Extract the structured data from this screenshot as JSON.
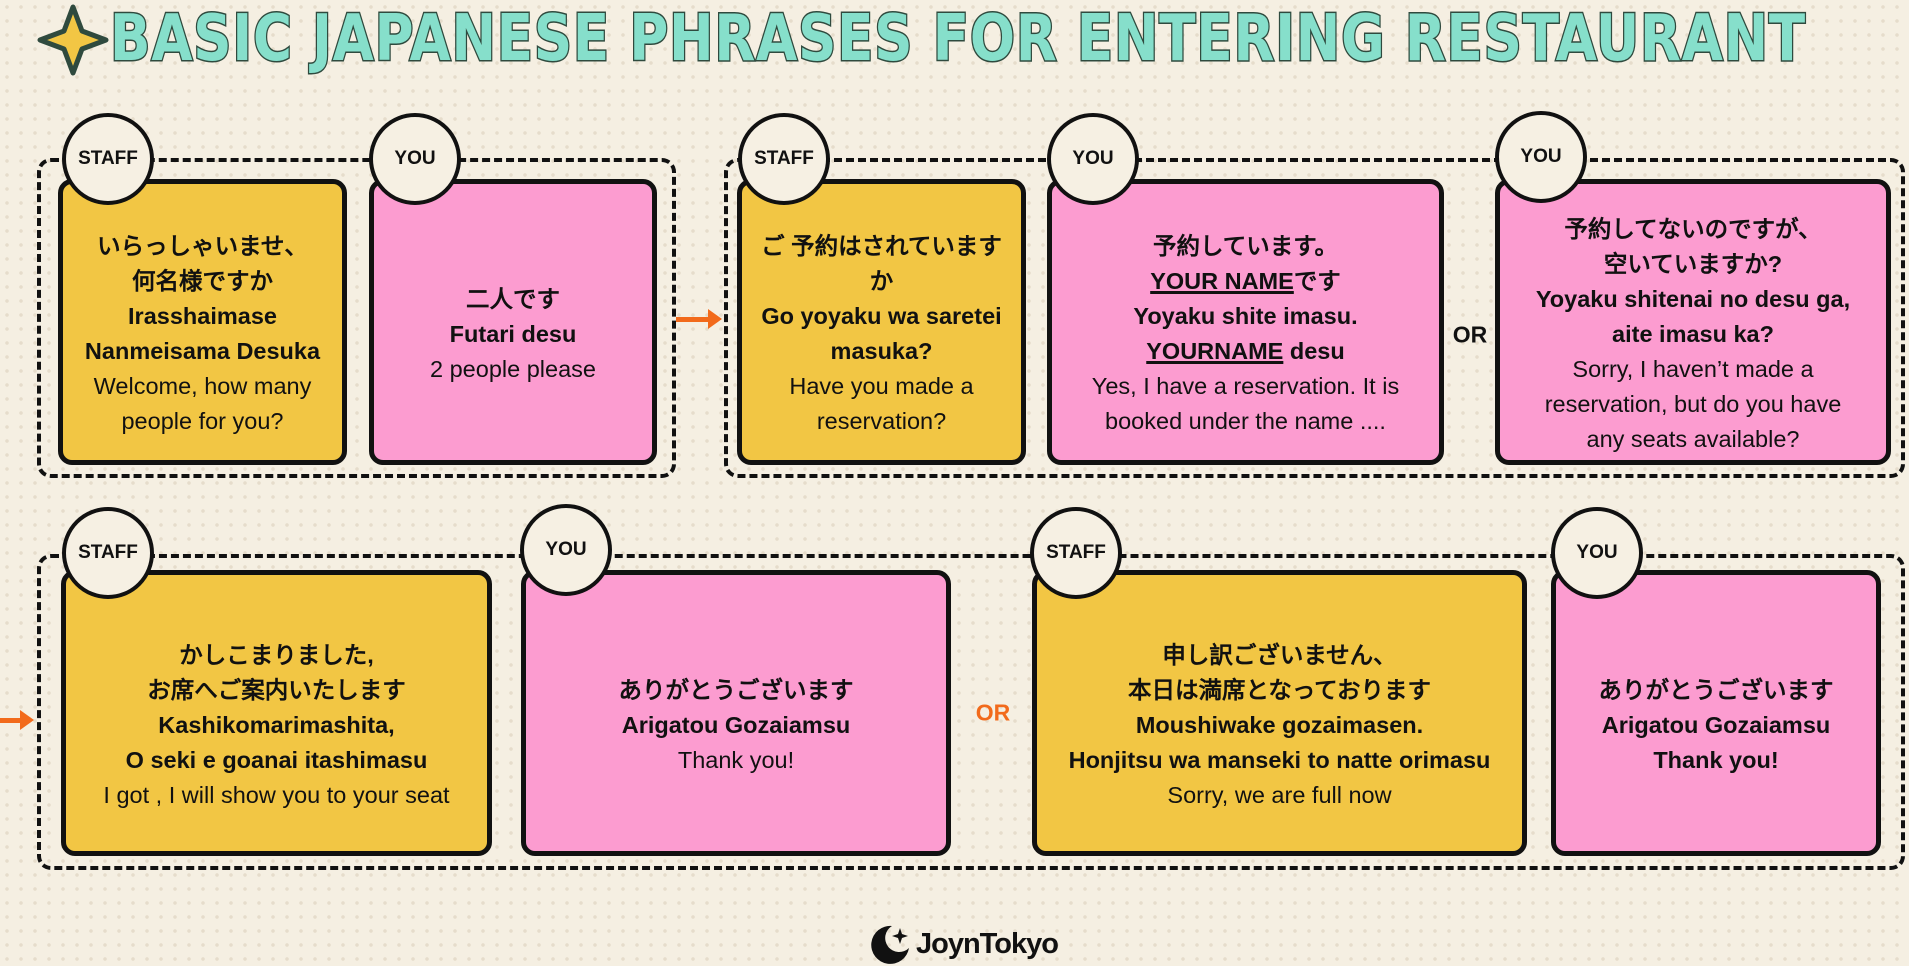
{
  "title": "Basic Japanese Phrases for Entering Restaurant",
  "colors": {
    "staff": "#f2c644",
    "you": "#fc9cd0",
    "arrow": "#f26a1b",
    "title": "#86dfcb"
  },
  "or_label": "OR",
  "logo": {
    "text": "JoynTokyo",
    "icon": "moon-star-icon"
  },
  "cards": [
    {
      "role": "STAFF",
      "bold": [
        [
          "いらっしゃいませ、"
        ],
        [
          "何名様ですか"
        ],
        [
          "Irasshaimase"
        ],
        [
          "Nanmeisama Desuka"
        ]
      ],
      "normal": [
        "Welcome, how many",
        "people for you?"
      ]
    },
    {
      "role": "YOU",
      "bold": [
        [
          "二人です"
        ],
        [
          "Futari desu"
        ]
      ],
      "normal": [
        "2 people please"
      ]
    },
    {
      "role": "STAFF",
      "bold": [
        [
          "ご 予約はされています"
        ],
        [
          "か"
        ],
        [
          "Go yoyaku wa saretei"
        ],
        [
          "masuka?"
        ]
      ],
      "normal": [
        "Have you made a",
        "reservation?"
      ]
    },
    {
      "role": "YOU",
      "bold": [
        [
          "予約しています。"
        ],
        [
          "YOUR NAME",
          "です"
        ],
        [
          "Yoyaku shite imasu."
        ],
        [
          "YOURNAME",
          " desu"
        ]
      ],
      "underlined": [
        1,
        3
      ],
      "normal": [
        "Yes, I have a reservation. It is",
        "booked under the name ...."
      ]
    },
    {
      "role": "YOU",
      "bold": [
        [
          "予約してないのですが、"
        ],
        [
          "空いていますか?"
        ],
        [
          "Yoyaku shitenai no desu ga,"
        ],
        [
          "aite imasu ka?"
        ]
      ],
      "normal": [
        "Sorry, I haven’t made a",
        "reservation, but do you have",
        "any seats available?"
      ]
    },
    {
      "role": "STAFF",
      "bold": [
        [
          "かしこまりました,"
        ],
        [
          "お席へご案内いたします"
        ],
        [
          "Kashikomarimashita,"
        ],
        [
          "O seki e goanai itashimasu"
        ]
      ],
      "normal": [
        "I got ,  I will show you to your seat"
      ]
    },
    {
      "role": "YOU",
      "bold": [
        [
          "ありがとうございます"
        ],
        [
          "Arigatou Gozaiamsu"
        ]
      ],
      "normal": [
        "Thank you!"
      ]
    },
    {
      "role": "STAFF",
      "bold": [
        [
          "申し訳ございません、"
        ],
        [
          "本日は満席となっております"
        ],
        [
          "Moushiwake gozaimasen."
        ],
        [
          "Honjitsu wa manseki to natte orimasu"
        ]
      ],
      "normal": [
        "Sorry, we are full now"
      ]
    },
    {
      "role": "YOU",
      "bold": [
        [
          "ありがとうございます"
        ],
        [
          "Arigatou Gozaiamsu"
        ],
        [
          "Thank you!"
        ]
      ],
      "normal": []
    }
  ]
}
